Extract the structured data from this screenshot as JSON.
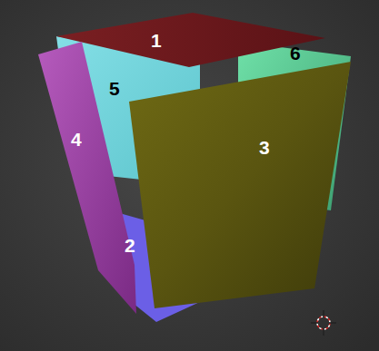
{
  "diagram": {
    "labels": [
      "1",
      "6",
      "5",
      "4",
      "3",
      "2"
    ]
  }
}
